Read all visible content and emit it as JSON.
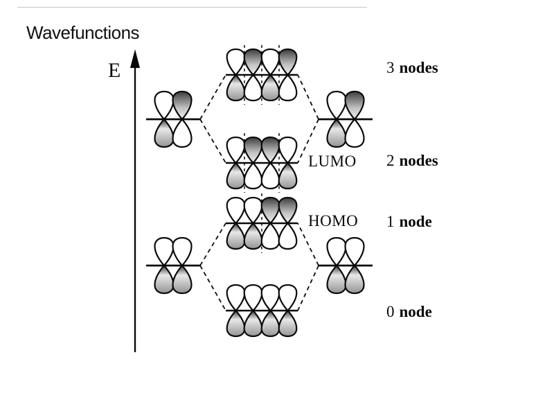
{
  "title": "Wavefunctions",
  "energy_axis": {
    "label": "E"
  },
  "colors": {
    "ink": "#0a0a0a",
    "background": "#ffffff",
    "shade_dark": "#3c3c3c",
    "shade_light": "#e8e8e8",
    "shade_tip": "#949494",
    "faint_rule": "#c6c6c6"
  },
  "mo_levels": [
    {
      "count": "3",
      "unit": "nodes",
      "phases": [
        "+",
        "-",
        "+",
        "-"
      ]
    },
    {
      "count": "2",
      "unit": "nodes",
      "phases": [
        "+",
        "-",
        "-",
        "+"
      ],
      "frontier": "LUMO"
    },
    {
      "count": "1",
      "unit": "node",
      "phases": [
        "+",
        "+",
        "-",
        "-"
      ],
      "frontier": "HOMO"
    },
    {
      "count": "0",
      "unit": "node",
      "phases": [
        "+",
        "+",
        "+",
        "+"
      ]
    }
  ],
  "fragment_levels": {
    "antibonding_phases": [
      "+",
      "-"
    ],
    "bonding_phases": [
      "+",
      "+"
    ]
  }
}
